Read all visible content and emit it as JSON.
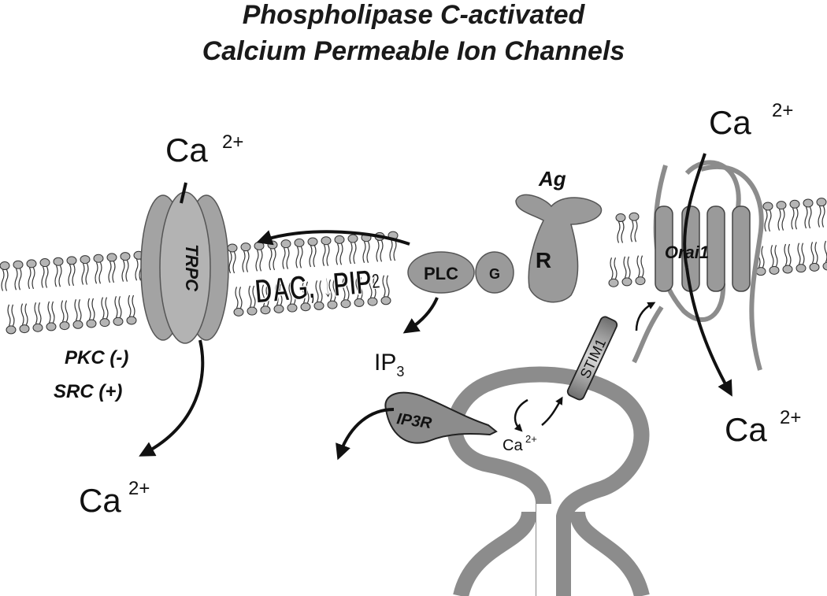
{
  "title": {
    "line1": "Phospholipase C-activated",
    "line2": "Calcium Permeable Ion Channels"
  },
  "ions": {
    "ca_symbol": "Ca",
    "charge": "2+"
  },
  "labels": {
    "trpc": "TRPC",
    "pkc": "PKC (-)",
    "src": "SRC (+)",
    "dag_pip2": "DAG, ↓PIP",
    "pip2_sub": "2",
    "plc": "PLC",
    "g": "G",
    "receptor": "R",
    "agonist": "Ag",
    "ip3_base": "IP",
    "ip3_sub": "3",
    "ip3r": "IP3R",
    "stim1": "STIM1",
    "orai1": "Orai1"
  },
  "colors": {
    "protein_fill": "#9a9a9a",
    "protein_dark": "#7a7a7a",
    "er_gray": "#8c8c8c",
    "lipid_head": "#b5b5b5",
    "ink": "#111111"
  }
}
